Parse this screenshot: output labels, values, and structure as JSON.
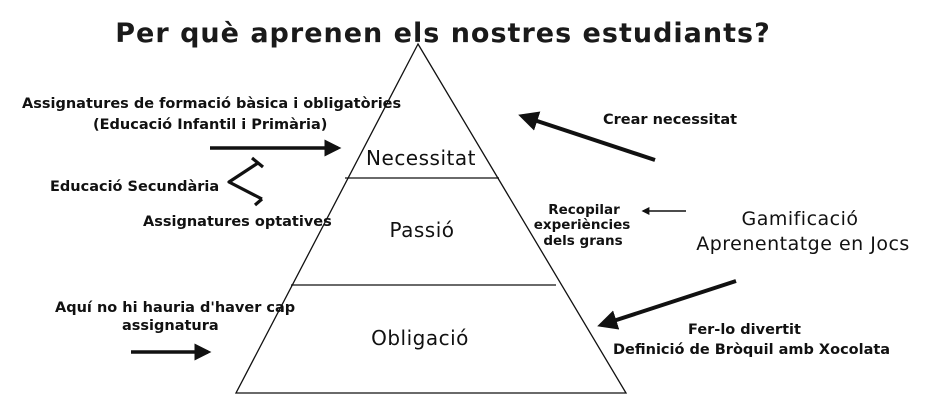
{
  "title": "Per què aprenen els nostres estudiants?",
  "pyramid": {
    "levels": [
      {
        "label": "Necessitat"
      },
      {
        "label": "Passió"
      },
      {
        "label": "Obligació"
      }
    ]
  },
  "left_notes": {
    "basic_line1": "Assignatures de formació bàsica i obligatòries",
    "basic_line2": "(Educació Infantil i Primària)",
    "secondary": "Educació Secundària",
    "optional": "Assignatures optatives",
    "none_line1": "Aquí no hi hauria d'haver cap",
    "none_line2": "assignatura"
  },
  "right_notes": {
    "create_need": "Crear necessitat",
    "compile_line1": "Recopilar",
    "compile_line2": "experiències",
    "compile_line3": "dels grans",
    "gamification_line1": "Gamificació",
    "gamification_line2": "Aprenentatge en Jocs",
    "fun_line1": "Fer-lo divertit",
    "fun_line2": "Definició de Bròquil amb Xocolata"
  },
  "colors": {
    "ink": "#111111",
    "background": "#ffffff"
  }
}
